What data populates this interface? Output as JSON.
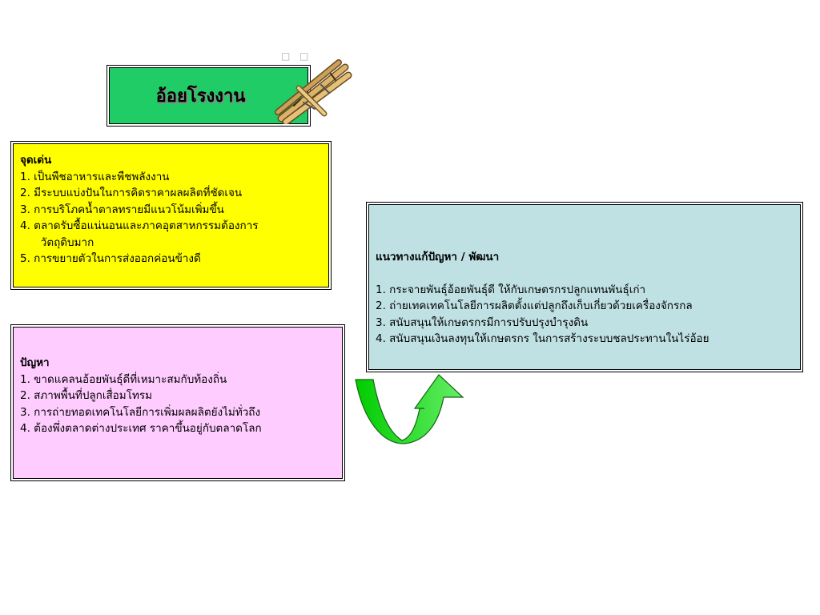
{
  "title": "อ้อยโรงงาน",
  "missing_glyphs": "□ □",
  "strengths": {
    "heading": "จุดเด่น",
    "items": [
      "1. เป็นพืชอาหารและพืชพลังงาน",
      "2.  มีระบบแบ่งปันในการคิดราคาผลผลิตที่ชัดเจน",
      "3.  การบริโภคน้ำตาลทรายมีแนวโน้มเพิ่มขึ้น",
      "4.  ตลาดรับซื้อแน่นอนและภาคอุตสาหกรรมต้องการ",
      "      วัตถุดิบมาก",
      "5.  การขยายตัวในการส่งออกค่อนข้างดี"
    ]
  },
  "problems": {
    "heading": "ปัญหา",
    "items": [
      "1. ขาดแคลนอ้อยพันธุ์ดีที่เหมาะสมกับท้องถิ่น",
      "2. สภาพพื้นที่ปลูกเสื่อมโทรม",
      "3. การถ่ายทอดเทคโนโลยีการเพิ่มผลผลิตยังไม่ทั่วถึง",
      "4. ต้องพึ่งตลาดต่างประเทศ ราคาขึ้นอยู่กับตลาดโลก"
    ]
  },
  "solutions": {
    "heading": "แนวทางแก้ปัญหา / พัฒนา",
    "items": [
      "1.  กระจายพันธุ์อ้อยพันธุ์ดี ให้กับเกษตรกรปลูกแทนพันธุ์เก่า",
      "2.  ถ่ายเทคเทคโนโลยีการผลิตตั้งแต่ปลูกถึงเก็บเกี่ยวด้วยเครื่องจักรกล",
      "3.  สนับสนุนให้เกษตรกรมีการปรับปรุงบำรุงดิน",
      "4.  สนับสนุนเงินลงทุนให้เกษตรกร  ในการสร้างระบบชลประทานในไร่อ้อย"
    ]
  },
  "colors": {
    "title_bg": "#1fcc66",
    "strengths_bg": "#ffff00",
    "problems_bg": "#ffccff",
    "solutions_bg": "#bfe1e3",
    "arrow": "#22cc22"
  },
  "icons": {
    "cane": "sugarcane-icon",
    "arrow": "u-turn-arrow-icon"
  }
}
